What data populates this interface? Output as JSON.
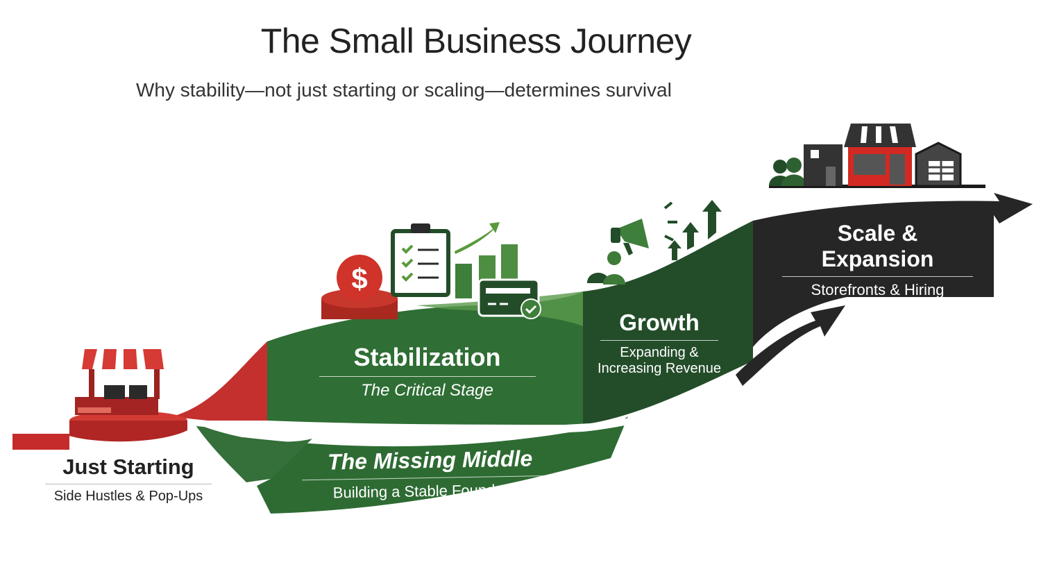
{
  "header": {
    "title": "The Small Business Journey",
    "subtitle": "Why stability—not just starting or scaling—determines survival"
  },
  "stages": [
    {
      "id": "just-starting",
      "title": "Just Starting",
      "subtitle": "Side Hustles & Pop-Ups",
      "color": "#c62b2b"
    },
    {
      "id": "stabilization",
      "title": "Stabilization",
      "subtitle": "The Critical Stage",
      "color": "#2f6e34"
    },
    {
      "id": "growth",
      "title": "Growth",
      "subtitle_line1": "Expanding &",
      "subtitle_line2": "Increasing Revenue",
      "color": "#234d29"
    },
    {
      "id": "scale",
      "title": "Scale & Expansion",
      "subtitle": "Storefronts & Hiring",
      "color": "#262626"
    }
  ],
  "banner": {
    "title": "The Missing Middle",
    "subtitle": "Building a Stable Foundation",
    "color": "#2e6b33"
  },
  "icons": {
    "stand": "market-stand-icon",
    "dollar": "$",
    "clipboard": "checklist-clipboard-icon",
    "bars": "growth-bar-chart-icon",
    "card": "credit-card-icon",
    "megaphone": "megaphone-icon",
    "people": "people-icon",
    "storefronts": "storefront-buildings-icon"
  }
}
